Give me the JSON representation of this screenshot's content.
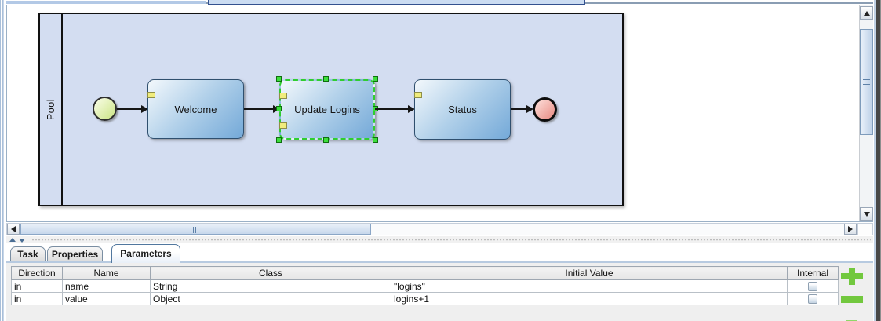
{
  "diagram": {
    "pool_label": "Pool",
    "nodes": {
      "start_event": "start-event",
      "end_event": "end-event",
      "tasks": [
        {
          "label": "Welcome",
          "selected": false
        },
        {
          "label": "Update Logins",
          "selected": true
        },
        {
          "label": "Status",
          "selected": false
        }
      ]
    }
  },
  "tabs": {
    "items": [
      {
        "label": "Task",
        "selected": false
      },
      {
        "label": "Properties",
        "selected": false
      },
      {
        "label": "Parameters",
        "selected": true
      }
    ]
  },
  "parameters_table": {
    "columns": {
      "direction": "Direction",
      "name": "Name",
      "class": "Class",
      "initial_value": "Initial Value",
      "internal": "Internal"
    },
    "rows": [
      {
        "direction": "in",
        "name": "name",
        "class": "String",
        "initial_value": "\"logins\"",
        "internal_checked": false
      },
      {
        "direction": "in",
        "name": "value",
        "class": "Object",
        "initial_value": "logins+1",
        "internal_checked": false
      }
    ]
  },
  "colors": {
    "selection_green": "#2FCE2F",
    "handle_green": "#3CDE3C",
    "port_yellow": "#F0EC7C",
    "button_green": "#72C83E",
    "pool_fill": "#D3DDF1",
    "task_fill_light": "#F3F8FC",
    "task_fill_dark": "#74A9D8",
    "start_event_fill": "#CFE78E",
    "end_event_fill": "#EB938B"
  }
}
